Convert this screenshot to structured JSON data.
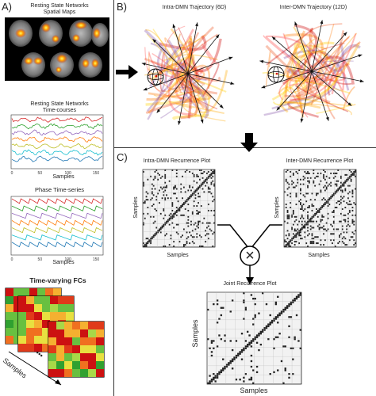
{
  "panels": {
    "a": {
      "letter": "A)",
      "spatial_maps_title_1": "Resting State Networks",
      "spatial_maps_title_2": "Spatial Maps",
      "timecourses_title_1": "Resting State Networks",
      "timecourses_title_2": "Time-courses",
      "timecourses_xlabel": "Samples",
      "timecourses_ticks": [
        "0",
        "50",
        "100",
        "150"
      ],
      "phase_title": "Phase Time-series",
      "phase_xlabel": "Samples",
      "phase_ticks": [
        "0",
        "50",
        "100",
        "150"
      ],
      "fc_title": "Time-varying FCs",
      "fc_axis_label": "Samples",
      "fc_dots": "•••"
    },
    "b": {
      "letter": "B)",
      "intra_title": "Intra-DMN Trajectory (6D)",
      "inter_title": "Inter-DMN Trajectory (12D)"
    },
    "c": {
      "letter": "C)",
      "intra_title": "Intra-DMN Recurrence Plot",
      "inter_title": "Inter-DMN Recurrence Plot",
      "joint_title": "Joint Recurrence Plot",
      "axis_label": "Samples",
      "operator_symbol": "×"
    }
  },
  "colors": {
    "timecourse_series": [
      "#d62728",
      "#2ca02c",
      "#9467bd",
      "#ff7f0e",
      "#bcbd22",
      "#17becf",
      "#1f77b4"
    ],
    "arrow": "#000000"
  }
}
